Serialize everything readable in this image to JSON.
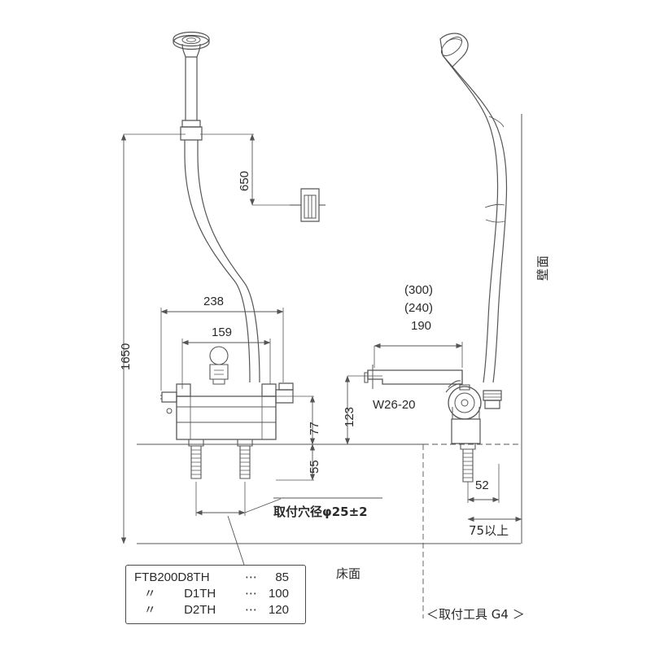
{
  "drawing": {
    "title": "FTB200D8TH shower faucet installation dimension drawing",
    "units": "mm",
    "line_color": "#555555",
    "text_color": "#2a2a2a"
  },
  "dimensions": {
    "overall_height": "1650",
    "shower_bar_height": "650",
    "body_width_outer": "238",
    "body_width_inner": "159",
    "spout_reach_max": "(300)",
    "spout_reach_mid": "(240)",
    "spout_reach": "190",
    "spout_height": "123",
    "body_above_deck": "77",
    "body_below_deck": "55",
    "wall_offset": "52",
    "clearance_min": "75以上"
  },
  "annotations": {
    "hole_diameter": "取付穴径φ25±2",
    "thread_spec": "W26-20",
    "wall_surface": "壁面",
    "floor_surface": "床面",
    "tool_note": "＜取付工具 G4 ＞"
  },
  "model_table": {
    "rows": [
      {
        "model": "FTB200D8TH",
        "dots": "⋯",
        "value": "85"
      },
      {
        "model": "〃",
        "variant": "D1TH",
        "dots": "⋯",
        "value": "100"
      },
      {
        "model": "〃",
        "variant": "D2TH",
        "dots": "⋯",
        "value": "120"
      }
    ]
  }
}
